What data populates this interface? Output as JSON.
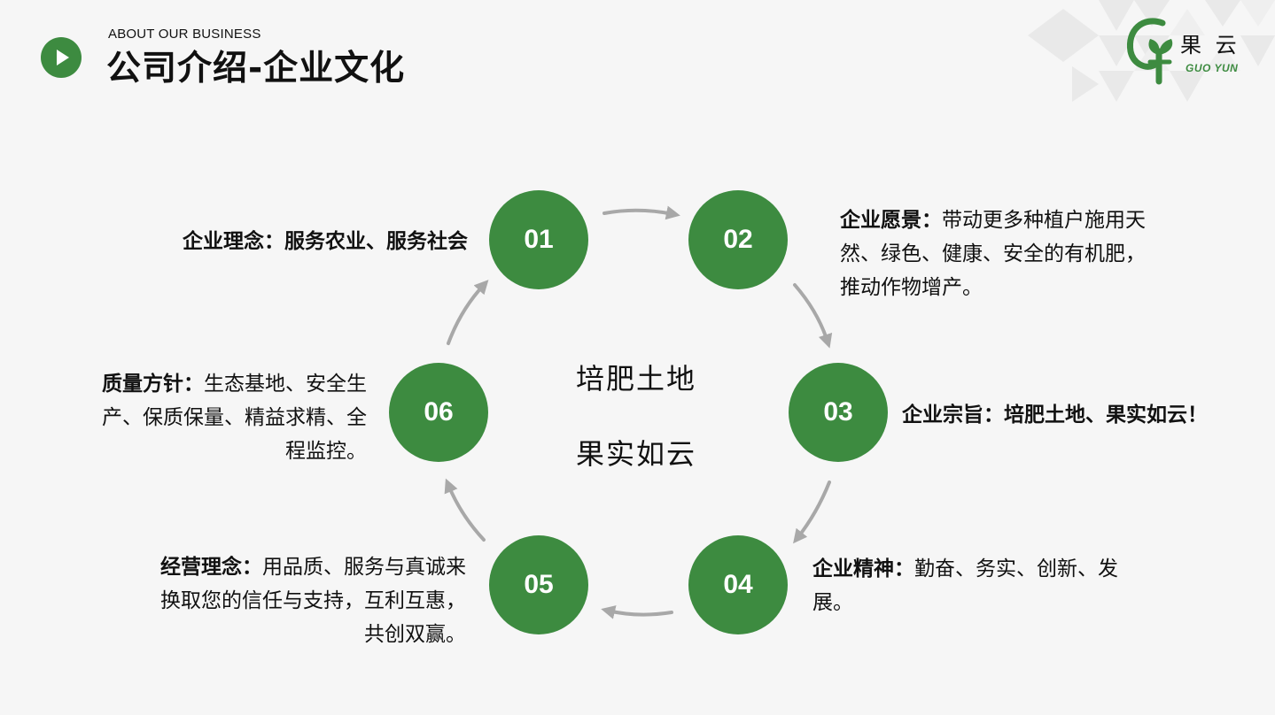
{
  "header": {
    "subtitle": "ABOUT OUR BUSINESS",
    "title": "公司介绍-企业文化",
    "play_icon": "play-icon"
  },
  "logo": {
    "cn": "果 云",
    "en": "GUO YUN"
  },
  "colors": {
    "accent": "#3d8b40",
    "arrow": "#a8a8a8",
    "background": "#f6f6f6"
  },
  "center": {
    "line1": "培肥土地",
    "line2": "果实如云"
  },
  "steps": [
    {
      "num": "01",
      "label": "企业理念：",
      "text": "服务农业、服务社会"
    },
    {
      "num": "02",
      "label": "企业愿景：",
      "text": "带动更多种植户施用天然、绿色、健康、安全的有机肥，推动作物增产。"
    },
    {
      "num": "03",
      "label": "企业宗旨：",
      "text": "培肥土地、果实如云！"
    },
    {
      "num": "04",
      "label": "企业精神：",
      "text": "勤奋、务实、创新、发展。"
    },
    {
      "num": "05",
      "label": "经营理念：",
      "text": "用品质、服务与真诚来换取您的信任与支持，互利互惠，共创双赢。"
    },
    {
      "num": "06",
      "label": "质量方针：",
      "text": "生态基地、安全生产、保质保量、精益求精、全程监控。"
    }
  ]
}
